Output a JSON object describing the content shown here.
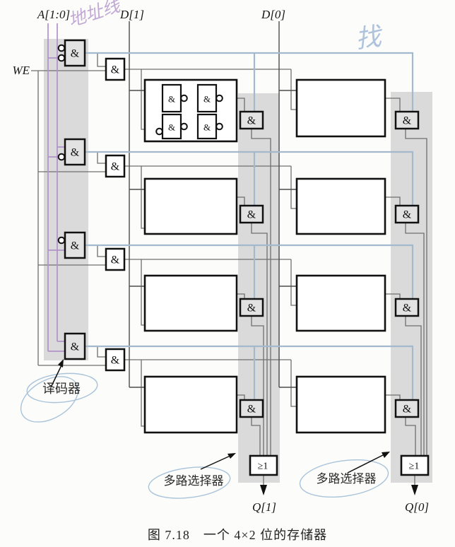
{
  "figure": {
    "caption": "图 7.18　一个 4×2 位的存储器"
  },
  "signals": {
    "address": "A[1:0]",
    "d1": "D[1]",
    "d0": "D[0]",
    "we": "WE",
    "q1": "Q[1]",
    "q0": "Q[0]"
  },
  "callouts": {
    "decoder": "译码器",
    "mux_left": "多路选择器",
    "mux_right": "多路选择器"
  },
  "handwriting": {
    "purple_note": "地址线",
    "blue_note": "找"
  },
  "glyphs": {
    "and": "&",
    "or": "≥1"
  },
  "colors": {
    "address_line": "#b193c8",
    "word_line": "#a4b8ce",
    "highlight": "#dadada",
    "wire": "#6f6f6f",
    "handwriting_purple": "#b495cc",
    "handwriting_blue": "#9cb6d6",
    "ellipse": "#a9c3da"
  }
}
